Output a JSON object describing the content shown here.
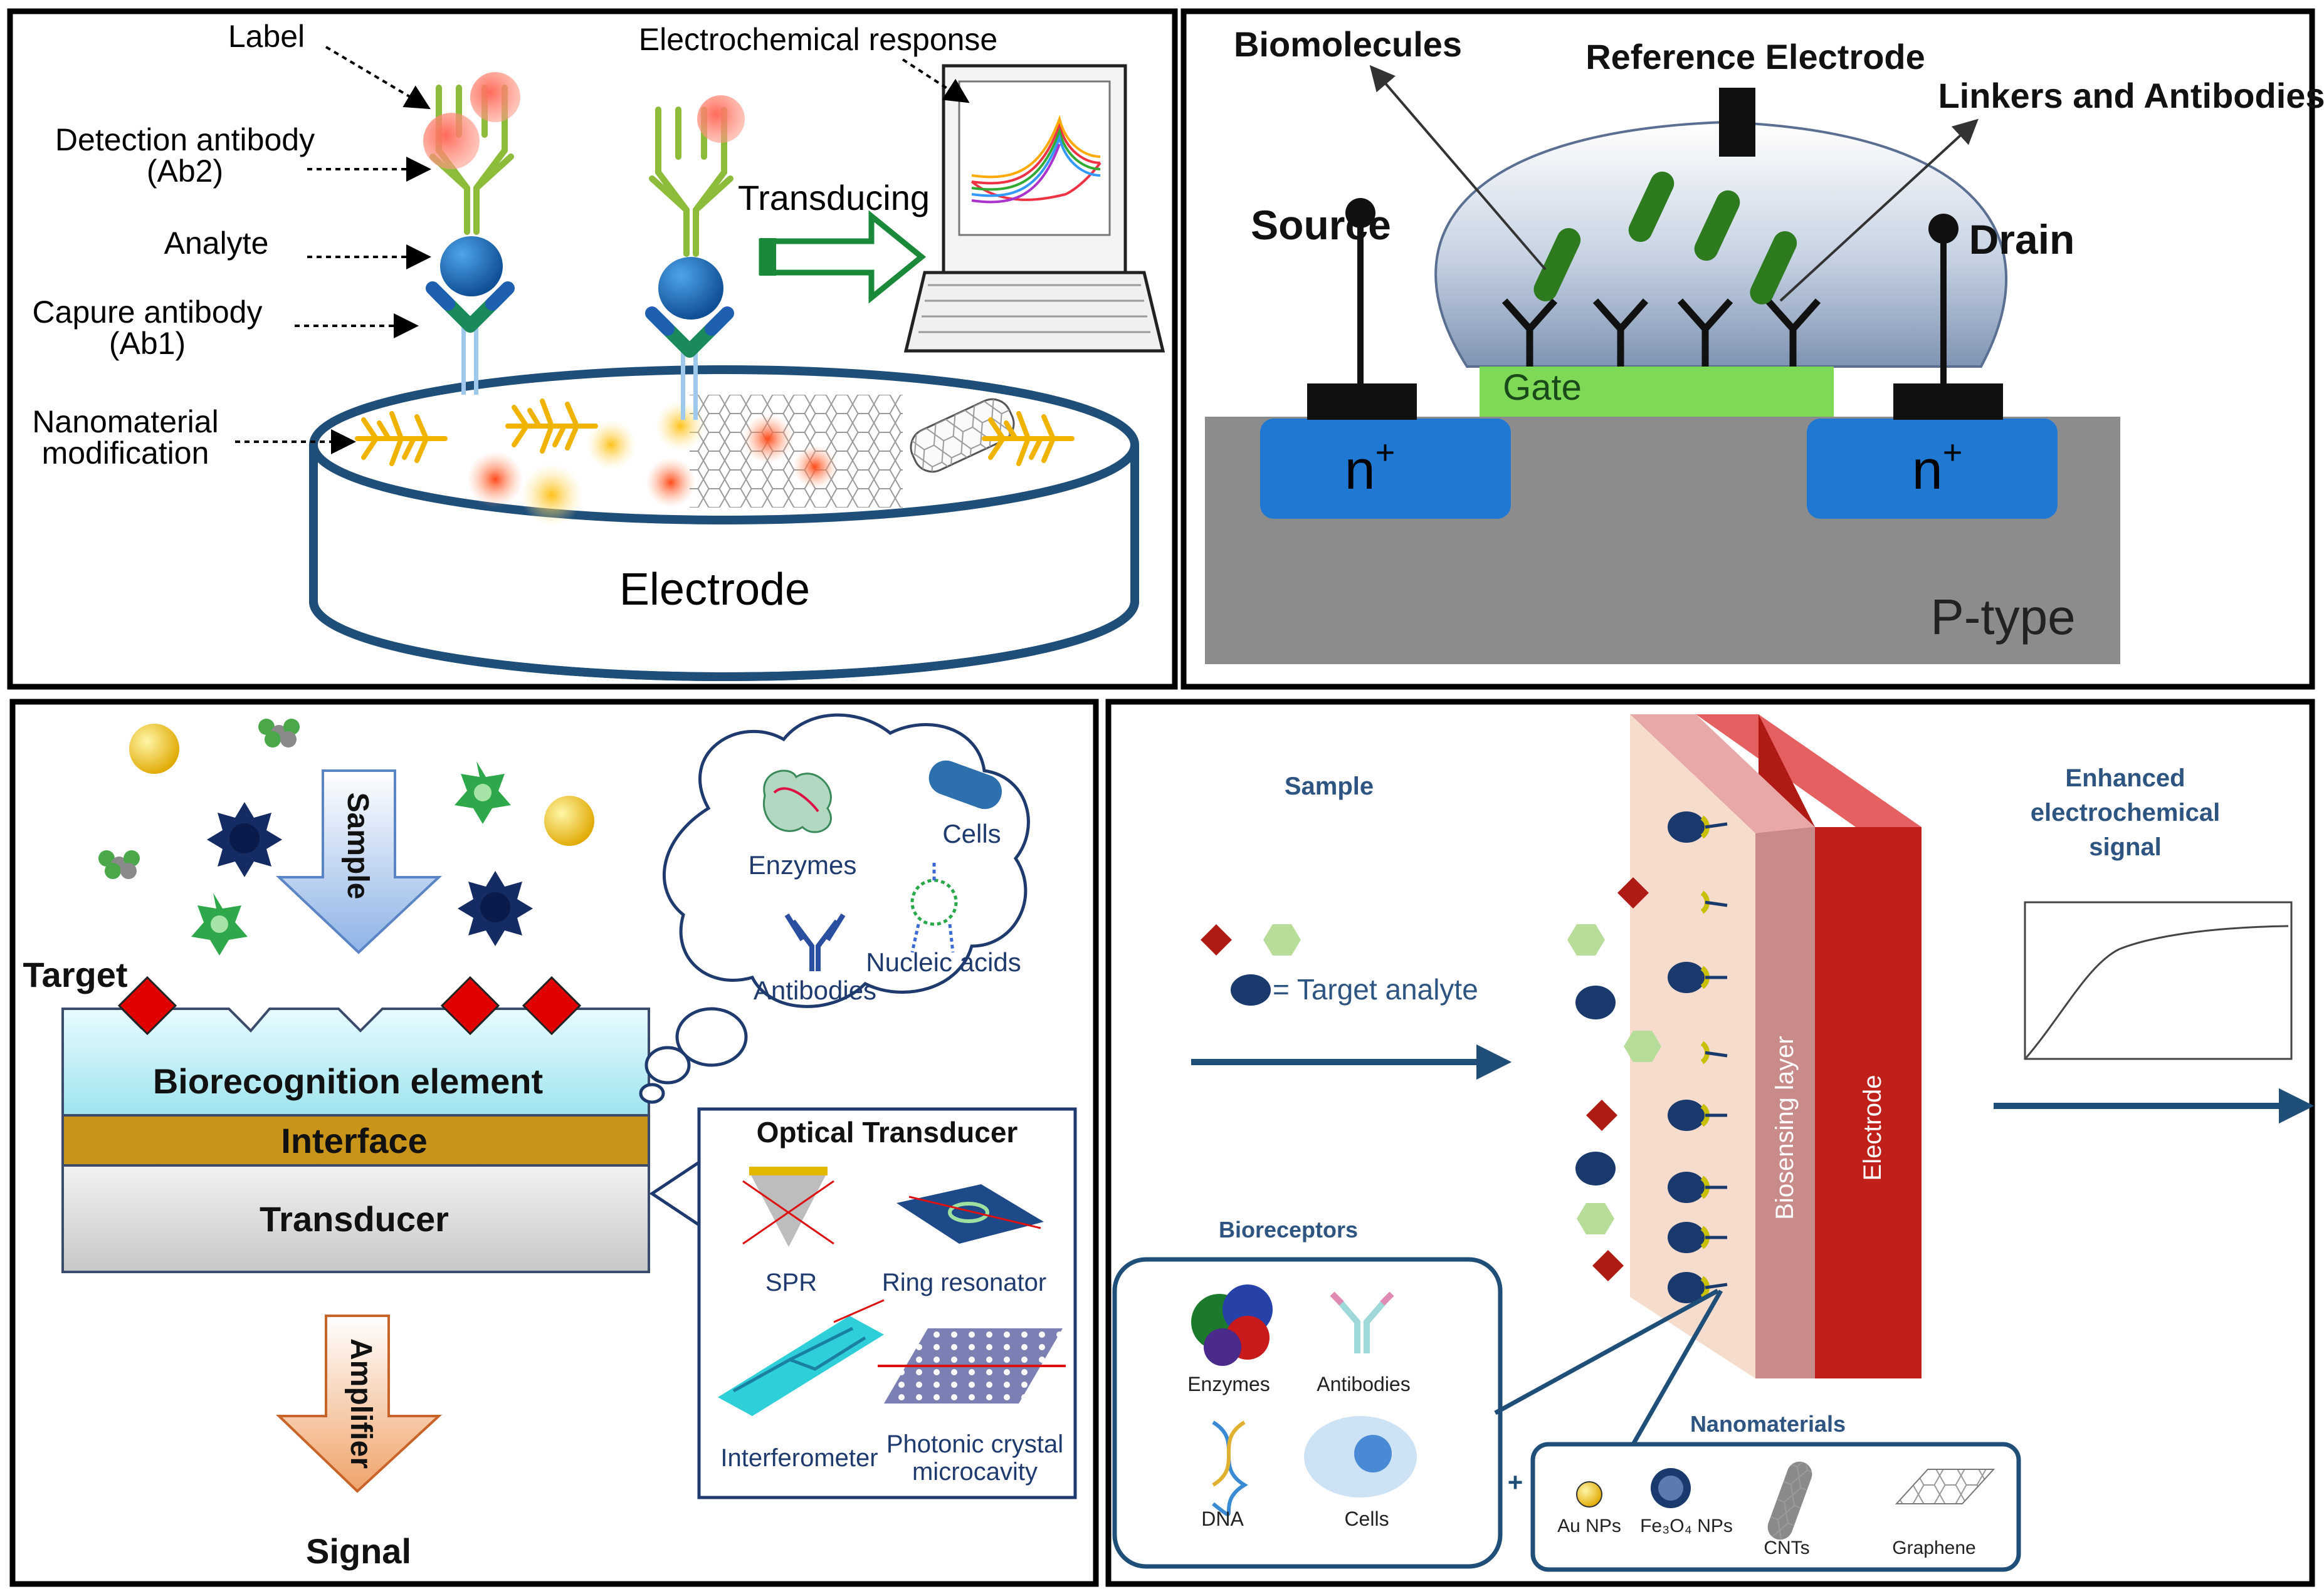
{
  "panel_a": {
    "label": "Label",
    "detection_antibody_line1": "Detection antibody",
    "detection_antibody_line2": "(Ab2)",
    "analyte": "Analyte",
    "capture_antibody_line1": "Capure antibody",
    "capture_antibody_line2": "(Ab1)",
    "nanomaterial_line1": "Nanomaterial",
    "nanomaterial_line2": "modification",
    "electrochemical_response": "Electrochemical response",
    "transducing": "Transducing",
    "electrode": "Electrode"
  },
  "panel_b": {
    "biomolecules": "Biomolecules",
    "reference_electrode": "Reference Electrode",
    "linkers_antibodies": "Linkers and Antibodies",
    "source": "Source",
    "drain": "Drain",
    "gate": "Gate",
    "n_plus": "n",
    "plus": "+",
    "p_type": "P-type"
  },
  "panel_c": {
    "target": "Target",
    "sample": "Sample",
    "amplifier": "Amplifier",
    "signal": "Signal",
    "biorecognition": "Biorecognition element",
    "interface": "Interface",
    "transducer": "Transducer",
    "enzymes": "Enzymes",
    "cells": "Cells",
    "antibodies": "Antibodies",
    "nucleic_acids": "Nucleic acids",
    "optical_transducer": "Optical Transducer",
    "spr": "SPR",
    "ring_resonator": "Ring resonator",
    "interferometer": "Interferometer",
    "photonic_line1": "Photonic crystal",
    "photonic_line2": "microcavity"
  },
  "panel_d": {
    "sample": "Sample",
    "target_analyte": "= Target analyte",
    "enhanced_line1": "Enhanced",
    "enhanced_line2": "electrochemical",
    "enhanced_line3": "signal",
    "biosensing_layer": "Biosensing layer",
    "electrode": "Electrode",
    "bioreceptors": "Bioreceptors",
    "enzymes": "Enzymes",
    "antibodies": "Antibodies",
    "dna": "DNA",
    "cells": "Cells",
    "plus_sign": "+",
    "nanomaterials": "Nanomaterials",
    "au_nps": "Au NPs",
    "fe3o4_nps": "Fe₃O₄ NPs",
    "cnts": "CNTs",
    "graphene": "Graphene"
  },
  "colors": {
    "electrode_blue": "#1f4e79",
    "gate_green": "#7ed957",
    "n_blue": "#1f78d1",
    "substrate_gray": "#8c8c8c",
    "target_red": "#e00000",
    "interface_gold": "#c8941a",
    "navy_text": "#2e5482",
    "biosensing_pink": "#c98a8a",
    "electrode_red": "#c0201a"
  },
  "icons": [
    "antibody-icon",
    "analyte-sphere-icon",
    "laptop-icon",
    "graphene-icon",
    "nanotube-icon",
    "dendrite-icon"
  ]
}
